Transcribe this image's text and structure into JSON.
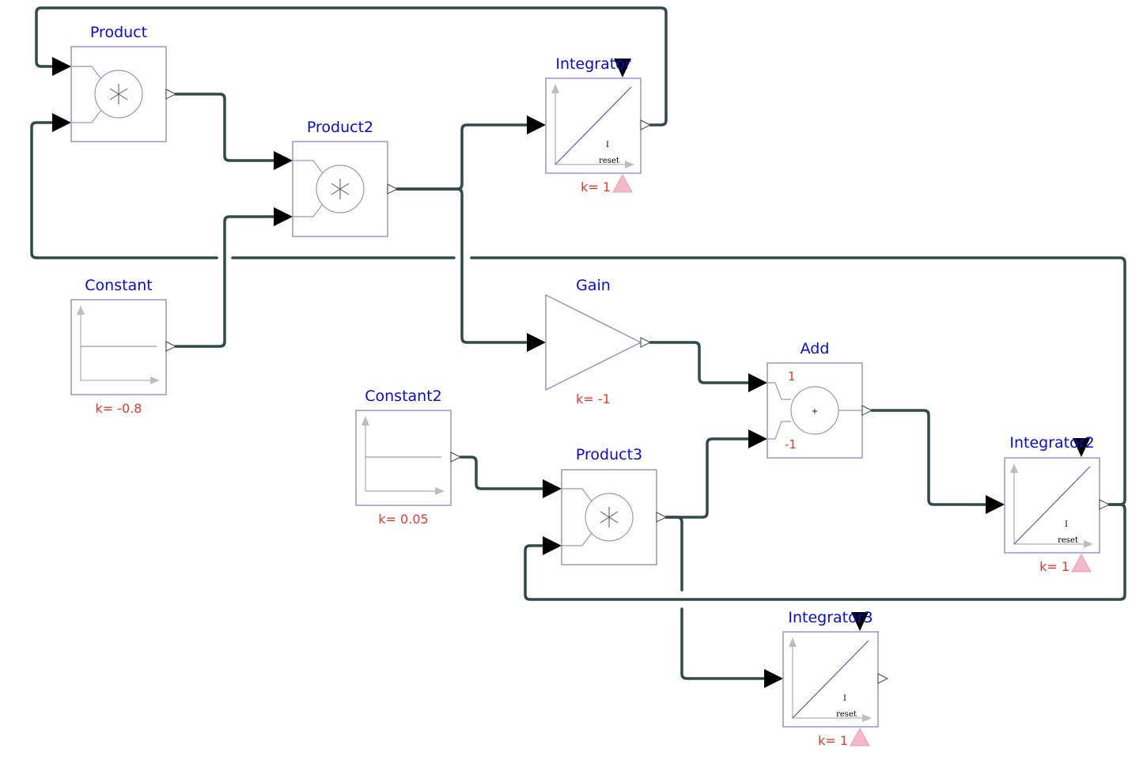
{
  "colors": {
    "wire": "#2f4a48",
    "title": "#0a0ad6",
    "param": "#e03a2f",
    "block_border": "#9c94c8",
    "reset_marker": "#f4b8c8",
    "arrow": "#000000"
  },
  "blocks": {
    "product": {
      "title": "Product"
    },
    "product2": {
      "title": "Product2"
    },
    "product3": {
      "title": "Product3"
    },
    "integrator": {
      "title": "Integrator",
      "param": "k= 1",
      "inner_label": "I",
      "reset_label": "reset"
    },
    "integrator2": {
      "title": "Integrator2",
      "param": "k= 1",
      "inner_label": "I",
      "reset_label": "reset"
    },
    "integrator3": {
      "title": "Integrator3",
      "param": "k= 1",
      "inner_label": "I",
      "reset_label": "reset"
    },
    "constant": {
      "title": "Constant",
      "param": "k= -0.8"
    },
    "constant2": {
      "title": "Constant2",
      "param": "k= 0.05"
    },
    "gain": {
      "title": "Gain",
      "param": "k= -1"
    },
    "add": {
      "title": "Add",
      "in1_sign": "1",
      "in2_sign": "-1",
      "symbol": "+"
    }
  }
}
